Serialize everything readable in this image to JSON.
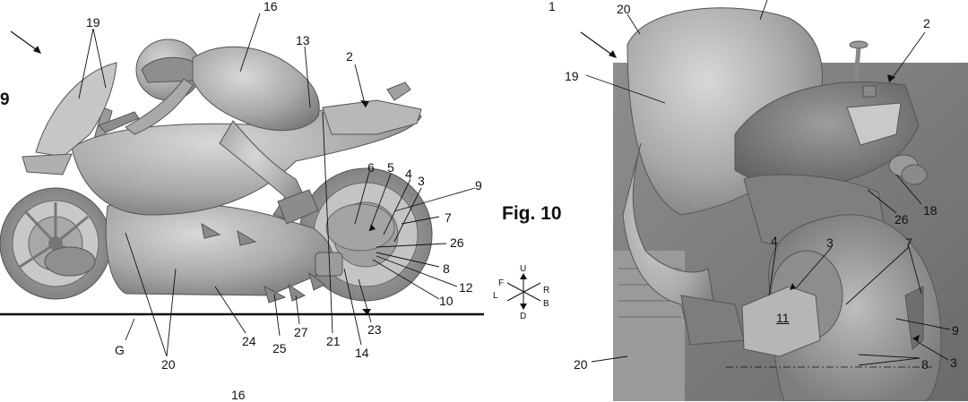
{
  "figures": {
    "fig9_label": "9",
    "fig10_label": "Fig. 10"
  },
  "left_labels": {
    "n19": "19",
    "n16": "16",
    "n13": "13",
    "n2": "2",
    "n6": "6",
    "n5": "5",
    "n4": "4",
    "n3": "3",
    "n9": "9",
    "n7": "7",
    "n26": "26",
    "n8": "8",
    "n12": "12",
    "n10": "10",
    "nG": "G",
    "n20": "20",
    "n24": "24",
    "n25": "25",
    "n27": "27",
    "n21": "21",
    "n14": "14",
    "n23": "23",
    "n16_bottom": "16"
  },
  "axes": {
    "up": "U",
    "down": "D",
    "front": "F",
    "rear": "R",
    "left": "L",
    "back": "B"
  },
  "right_labels": {
    "n1": "1",
    "n20_top": "20",
    "n2": "2",
    "n19": "19",
    "n18": "18",
    "n26": "26",
    "n4": "4",
    "n3": "3",
    "n7": "7",
    "n11": "11",
    "n9": "9",
    "n20_bottom": "20",
    "n8": "8",
    "n3_bottom": "3"
  }
}
